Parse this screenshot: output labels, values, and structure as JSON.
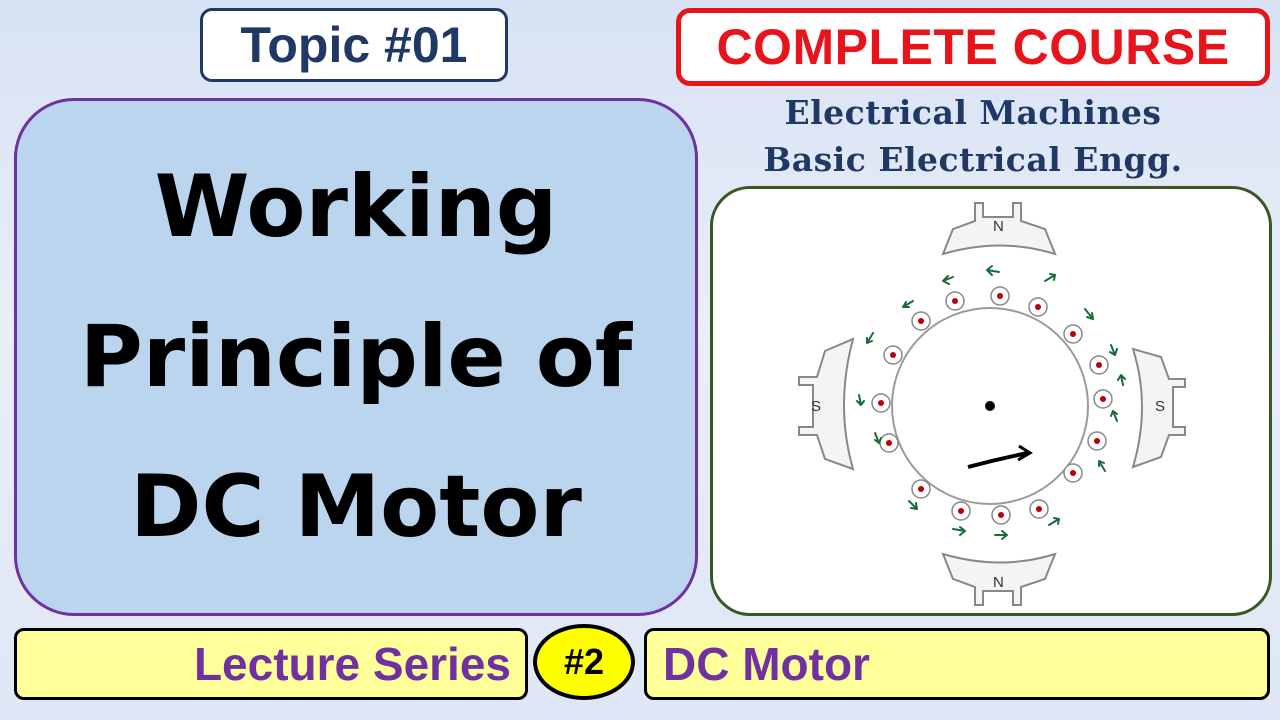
{
  "topic_label": "Topic #01",
  "course_label": "COMPLETE COURSE",
  "subjects": [
    "Electrical Machines",
    "Basic Electrical Engg."
  ],
  "title_lines": [
    "Working",
    "Principle of",
    "DC Motor"
  ],
  "diagram": {
    "pole_labels": [
      "N",
      "N",
      "S",
      "S"
    ],
    "colors": {
      "conductor_dot": "#c00000",
      "force_arrow": "#1a6b3a"
    }
  },
  "series_label": "Lecture Series",
  "series_number": "#2",
  "series_topic": "DC Motor",
  "colors": {
    "topic_border": "#1f3864",
    "course_red": "#e8141c",
    "title_bg": "#bcd5ee",
    "title_border": "#7030a0",
    "series_bg": "#ffff99",
    "series_text": "#7030a0",
    "number_bg": "#ffff00",
    "diagram_border": "#385723"
  }
}
